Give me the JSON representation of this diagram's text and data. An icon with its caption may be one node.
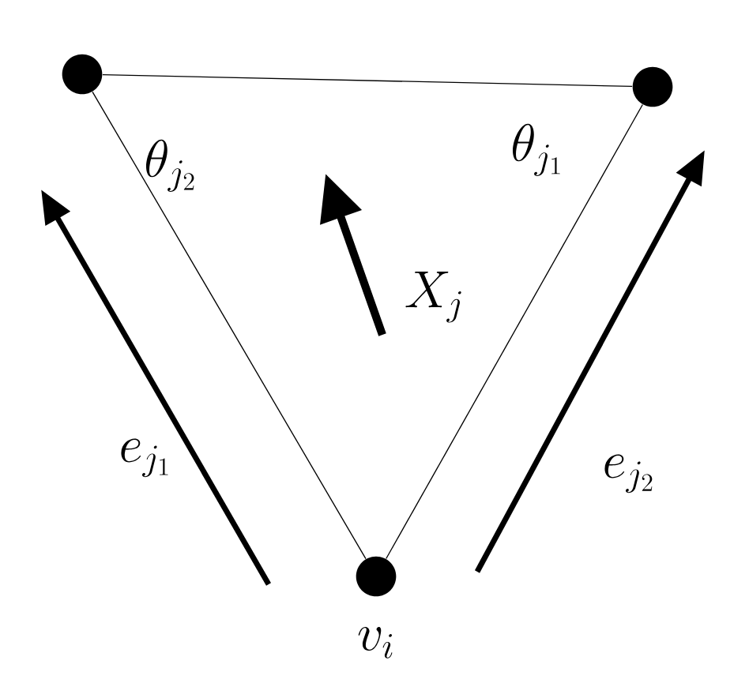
{
  "diagram": {
    "nodes": [
      {
        "text": [],
        "shape": "circle"
      },
      {
        "text": [],
        "shape": "circle"
      },
      {
        "text": [],
        "shape": "circle",
        "beside": [
          "v_i"
        ]
      }
    ],
    "edges": [
      {
        "from": 0,
        "to": 1,
        "arrow": "none"
      },
      {
        "from": 0,
        "to": 2,
        "arrow": "none"
      },
      {
        "from": 1,
        "to": 2,
        "arrow": "none"
      }
    ],
    "labels": [
      "\\theta_{j_2}",
      "\\theta_{j_1}",
      "X_j",
      "e_{j_1}",
      "e_{j_2}"
    ]
  }
}
